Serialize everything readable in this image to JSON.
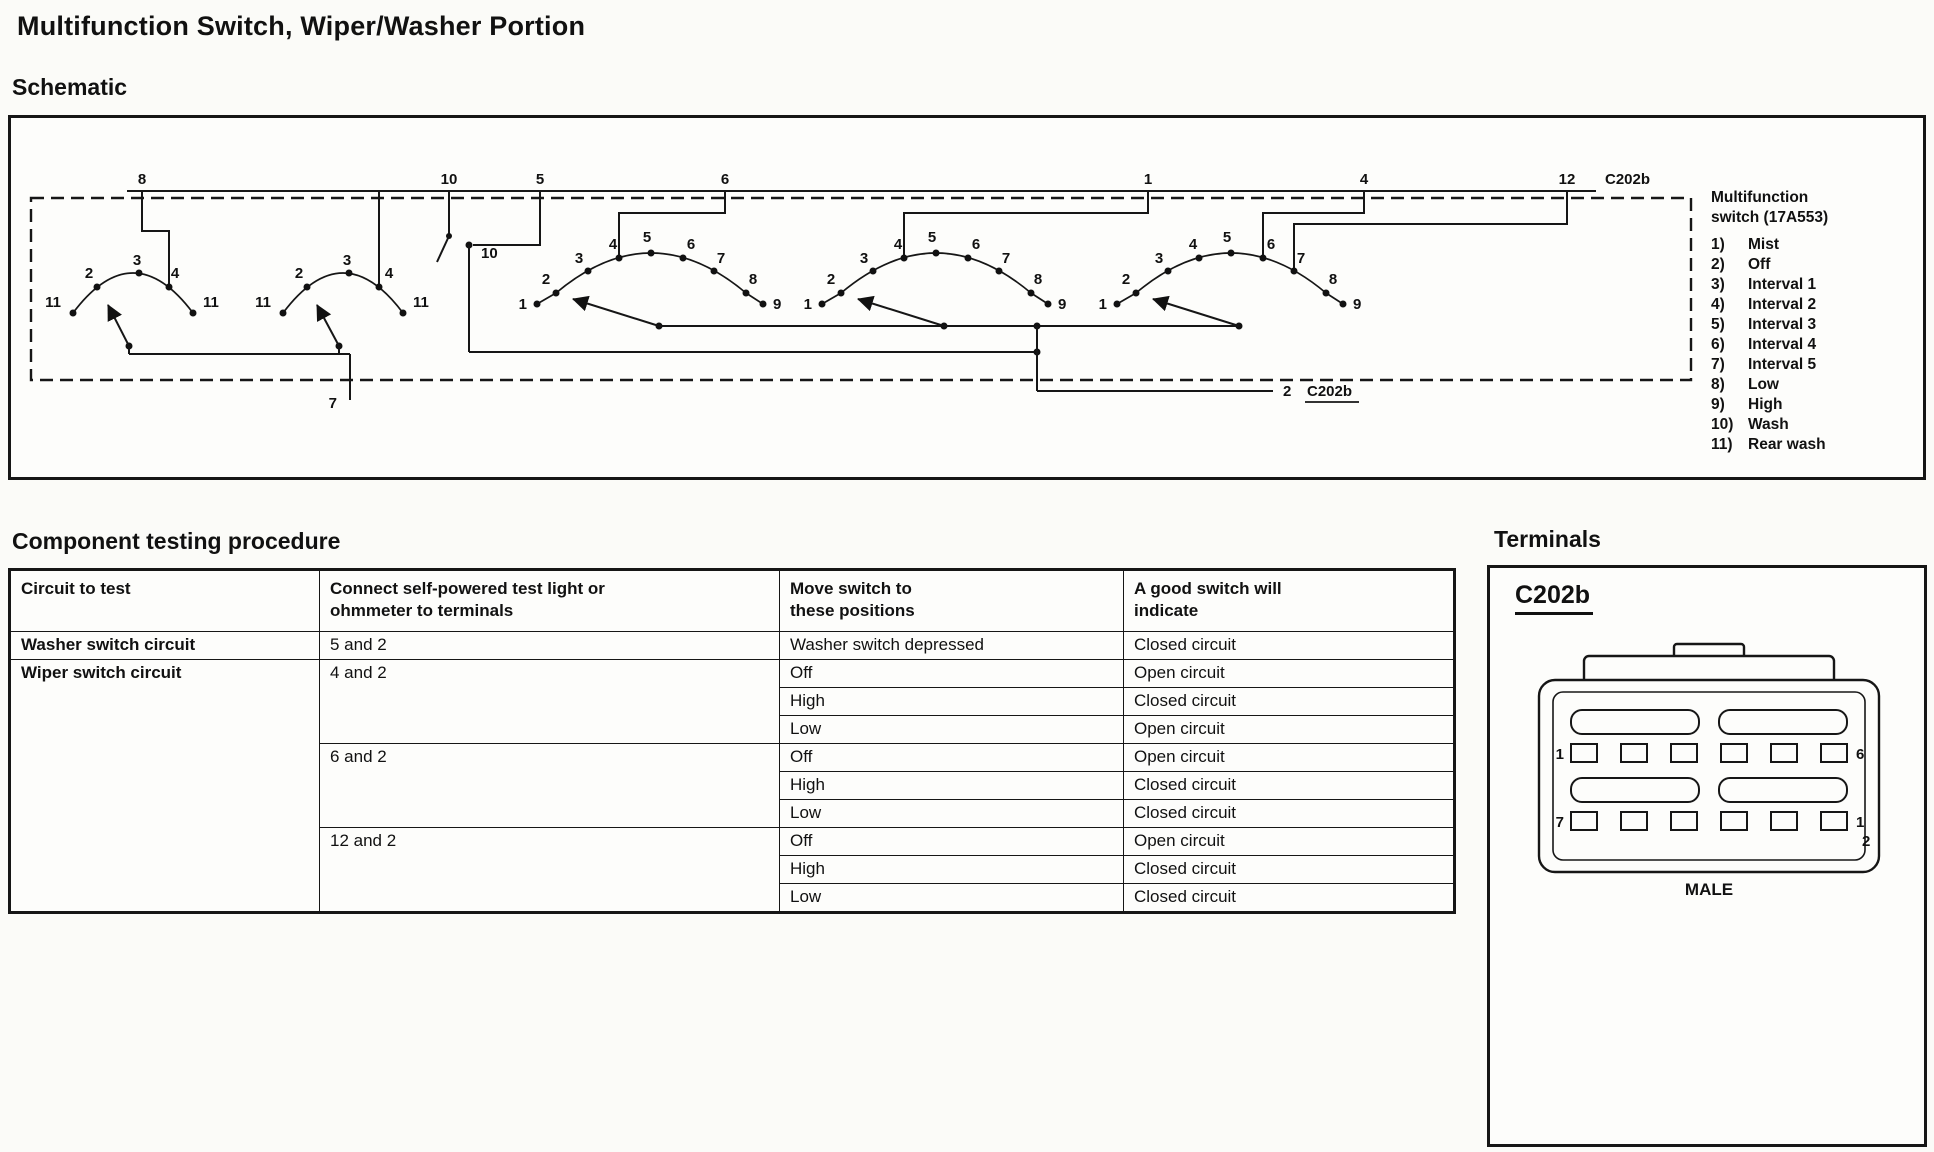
{
  "page": {
    "title": "Multifunction Switch, Wiper/Washer Portion",
    "schematic_heading": "Schematic",
    "testing_heading": "Component testing procedure",
    "terminals_heading": "Terminals"
  },
  "schematic": {
    "connector_top_label": "C202b",
    "top_terminals": [
      "8",
      "10",
      "5",
      "6",
      "1",
      "4",
      "12"
    ],
    "wash_branch_label": "10",
    "bottom_left_exit_label": "7",
    "bottom_right_exit": {
      "terminal": "2",
      "connector": "C202b"
    },
    "rear_sections": [
      {
        "labels": [
          "11",
          "2",
          "3",
          "4",
          "11"
        ]
      },
      {
        "labels": [
          "11",
          "2",
          "3",
          "4",
          "11"
        ]
      }
    ],
    "front_sections": [
      {
        "labels": [
          "1",
          "2",
          "3",
          "4",
          "5",
          "6",
          "7",
          "8",
          "9"
        ]
      },
      {
        "labels": [
          "1",
          "2",
          "3",
          "4",
          "5",
          "6",
          "7",
          "8",
          "9"
        ]
      },
      {
        "labels": [
          "1",
          "2",
          "3",
          "4",
          "5",
          "6",
          "7",
          "8",
          "9"
        ]
      }
    ],
    "legend": {
      "title_line1": "Multifunction",
      "title_line2": "switch (17A553)",
      "items": [
        {
          "num": "1)",
          "label": "Mist"
        },
        {
          "num": "2)",
          "label": "Off"
        },
        {
          "num": "3)",
          "label": "Interval 1"
        },
        {
          "num": "4)",
          "label": "Interval 2"
        },
        {
          "num": "5)",
          "label": "Interval 3"
        },
        {
          "num": "6)",
          "label": "Interval 4"
        },
        {
          "num": "7)",
          "label": "Interval 5"
        },
        {
          "num": "8)",
          "label": "Low"
        },
        {
          "num": "9)",
          "label": "High"
        },
        {
          "num": "10)",
          "label": "Wash"
        },
        {
          "num": "11)",
          "label": "Rear wash"
        }
      ]
    }
  },
  "testing_table": {
    "headers": [
      "Circuit to test",
      "Connect self-powered test light or ohmmeter to terminals",
      "Move switch to these positions",
      "A good switch will indicate"
    ],
    "rows": [
      {
        "circuit": "Washer switch circuit",
        "terminals": "5 and 2",
        "position": "Washer switch depressed",
        "indication": "Closed circuit"
      },
      {
        "circuit": "Wiper switch circuit",
        "terminals": "4 and 2",
        "position": "Off",
        "indication": "Open circuit"
      },
      {
        "position": "High",
        "indication": "Closed circuit"
      },
      {
        "position": "Low",
        "indication": "Open circuit"
      },
      {
        "terminals": "6 and 2",
        "position": "Off",
        "indication": "Open circuit"
      },
      {
        "position": "High",
        "indication": "Closed circuit"
      },
      {
        "position": "Low",
        "indication": "Closed circuit"
      },
      {
        "terminals": "12 and 2",
        "position": "Off",
        "indication": "Open circuit"
      },
      {
        "position": "High",
        "indication": "Closed circuit"
      },
      {
        "position": "Low",
        "indication": "Closed circuit"
      }
    ]
  },
  "terminals": {
    "connector_name": "C202b",
    "gender_label": "MALE",
    "pins": {
      "row1_left": "1",
      "row1_right": "6",
      "row2_left": "7",
      "row2_right_top": "1",
      "row2_right_bottom": "2"
    }
  }
}
